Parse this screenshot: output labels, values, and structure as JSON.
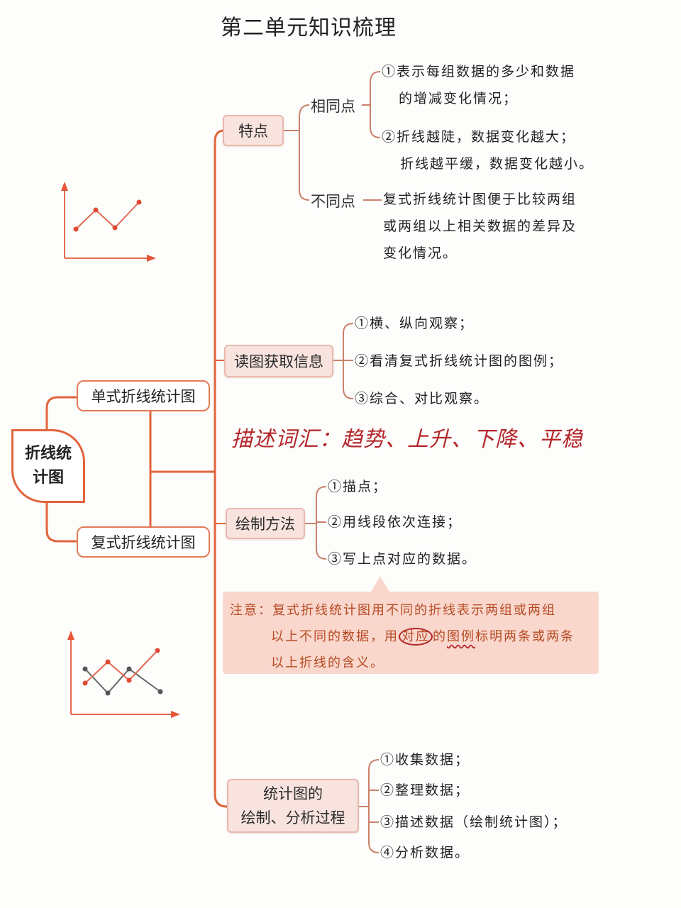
{
  "title": "第二单元知识梳理",
  "root": {
    "line1": "折线统",
    "line2": "计图"
  },
  "types": {
    "single": "单式折线统计图",
    "compound": "复式折线统计图"
  },
  "features": {
    "label": "特点",
    "same": {
      "label": "相同点",
      "items": [
        "①表示每组数据的多少和数据",
        "的增减变化情况；",
        "②折线越陡，数据变化越大；",
        "折线越平缓，数据变化越小。"
      ]
    },
    "diff": {
      "label": "不同点",
      "lines": [
        "复式折线统计图便于比较两组",
        "或两组以上相关数据的差异及",
        "变化情况。"
      ]
    }
  },
  "reading": {
    "label": "读图获取信息",
    "items": [
      "①横、纵向观察；",
      "②看清复式折线统计图的图例；",
      "③综合、对比观察。"
    ]
  },
  "handwritten_note": "描述词汇：趋势、上升、下降、平稳",
  "drawing": {
    "label": "绘制方法",
    "items": [
      "①描点；",
      "②用线段依次连接；",
      "③写上点对应的数据。"
    ]
  },
  "notice": {
    "prefix": "注意：",
    "line1": "复式折线统计图用不同的折线表示两组或两组",
    "line2_a": "以上不同的数据，用",
    "line2_circled": "对应",
    "line2_b": "的",
    "line2_wavy": "图例",
    "line2_c": "标明两条或两条",
    "line3": "以上折线的含义。"
  },
  "process": {
    "label_line1": "统计图的",
    "label_line2": "绘制、分析过程",
    "items": [
      "①收集数据；",
      "②整理数据；",
      "③描述数据（绘制统计图）；",
      "④分析数据。"
    ]
  },
  "colors": {
    "trunk": "#e1643d",
    "branch": "#c9826c",
    "node_bg": "#f8e3df",
    "note_bg": "#f9d7cd",
    "note_text": "#b64a22",
    "handwriting": "#b3262a",
    "series_gray": "#555555"
  }
}
